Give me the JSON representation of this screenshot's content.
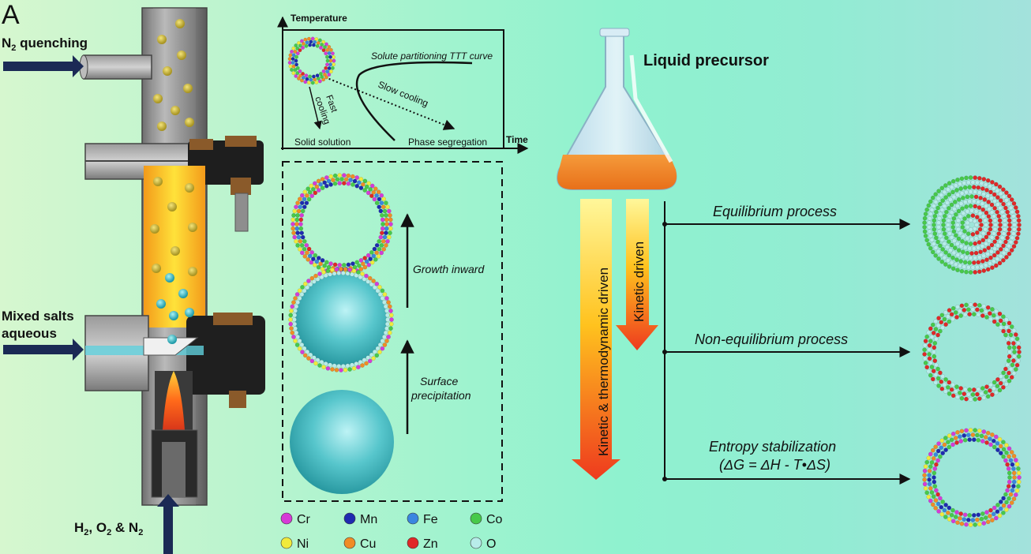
{
  "panel_letter": "A",
  "reactor": {
    "n2_quench_label": "N",
    "n2_quench_sub": "2",
    "n2_quench_rest": " quenching",
    "mixed_salts_line1": "Mixed salts",
    "mixed_salts_line2": "aqueous",
    "gas_h2": "H",
    "gas_sub1": "2",
    "gas_mid": ", O",
    "gas_sub2": "2",
    "gas_amp": " & N",
    "gas_sub3": "2"
  },
  "ttt": {
    "y_axis": "Temperature",
    "x_axis": "Time",
    "curve": "Solute partitioning TTT curve",
    "fast1": "Fast",
    "fast2": "cooling",
    "slow": "Slow cooling",
    "solid": "Solid solution",
    "phase": "Phase segregation"
  },
  "growth": {
    "growth_inward": "Growth inward",
    "surface1": "Surface",
    "surface2": "precipitation"
  },
  "legend": [
    {
      "name": "Cr",
      "color": "#d63bd6"
    },
    {
      "name": "Mn",
      "color": "#1f2ab0"
    },
    {
      "name": "Fe",
      "color": "#3a86e0"
    },
    {
      "name": "Co",
      "color": "#47c94a"
    },
    {
      "name": "Ni",
      "color": "#f1ea3c"
    },
    {
      "name": "Cu",
      "color": "#f08c26"
    },
    {
      "name": "Zn",
      "color": "#e02828"
    },
    {
      "name": "O",
      "color": "#b8ecea"
    }
  ],
  "right": {
    "liquid_precursor": "Liquid precursor",
    "kt_driven": "Kinetic & thermodynamic driven",
    "k_driven": "Kinetic driven",
    "equilibrium": "Equilibrium process",
    "nonequilibrium": "Non-equilibrium process",
    "entropy1": "Entropy stabilization",
    "entropy2": "(ΔG = ΔH - T•ΔS)"
  }
}
